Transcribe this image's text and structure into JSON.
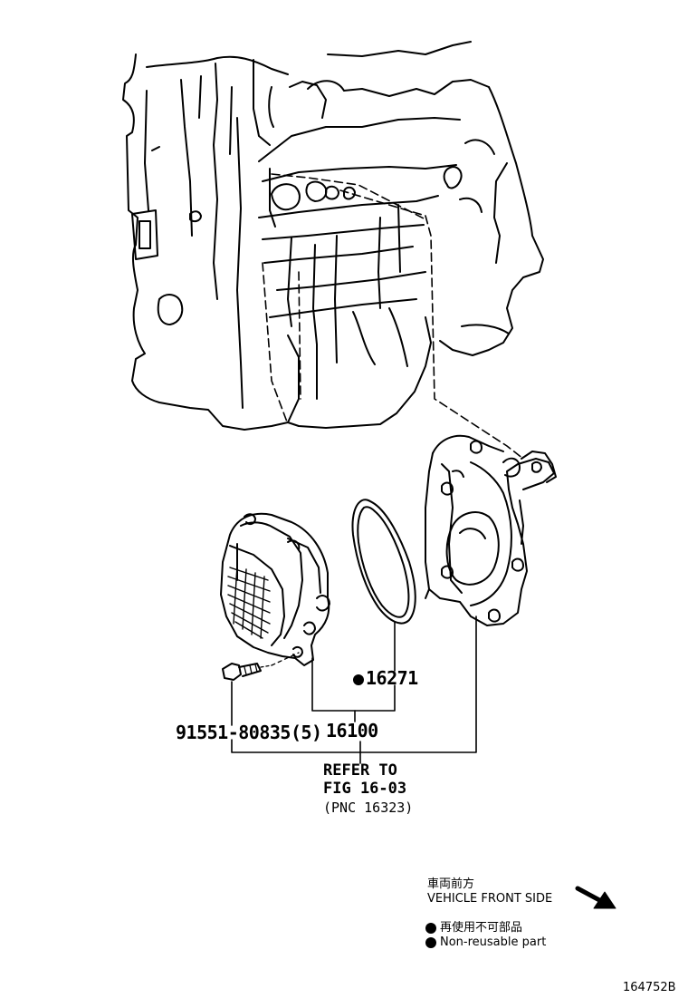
{
  "callouts": {
    "gasket": "16271",
    "pump": "16100",
    "bolt": "91551-80835(5)",
    "refer_line1": "REFER TO",
    "refer_line2": "FIG 16-03",
    "refer_line3": "(PNC 16323)"
  },
  "legend": {
    "front_jp": "車両前方",
    "front_en": "VEHICLE FRONT SIDE",
    "nonreusable_jp": "再使用不可部品",
    "nonreusable_en": "Non-reusable part"
  },
  "figure_id": "164752B",
  "colors": {
    "ink": "#000000",
    "paper": "#ffffff"
  },
  "icons": [
    "non-reusable-dot-icon",
    "front-direction-arrow-icon"
  ]
}
